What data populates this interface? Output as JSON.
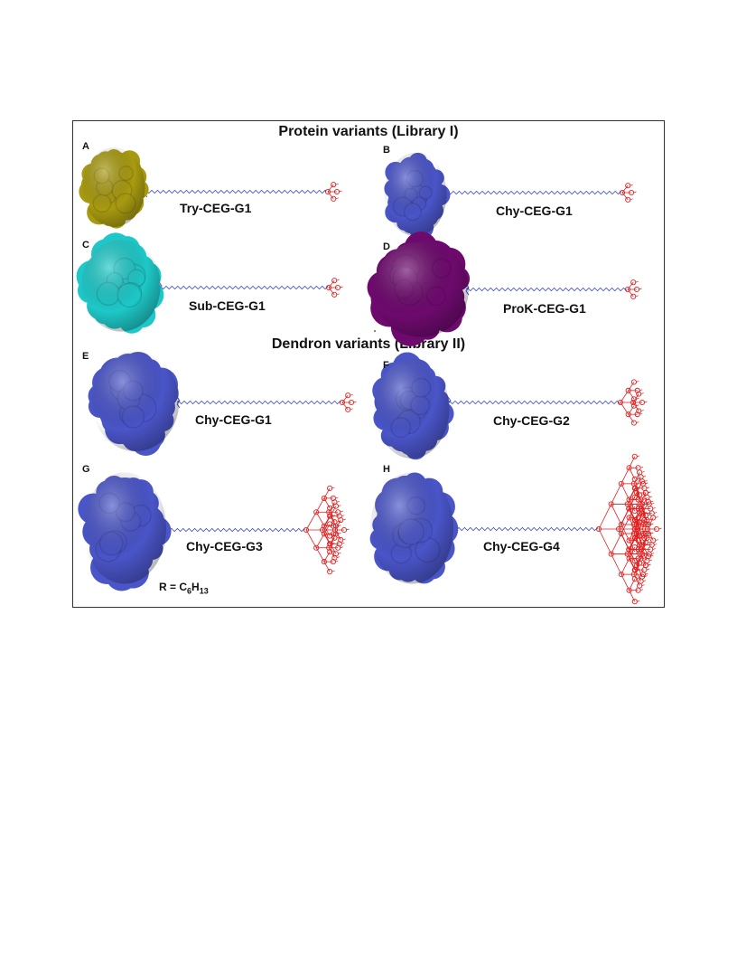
{
  "headings": {
    "library1": "Protein variants (Library I)",
    "library2": "Dendron variants (Library II)"
  },
  "formula": {
    "prefix": "R = C",
    "sub1": "6",
    "mid": "H",
    "sub2": "13"
  },
  "colors": {
    "trypsin": "#a89a10",
    "chymotrypsin": "#4a55c8",
    "subtilisin": "#1ec8c8",
    "proteinaseK": "#6e0a6e",
    "linker": "#2a3ad0",
    "dendron": "#e02020"
  },
  "panels": [
    {
      "letter": "A",
      "label": "Try-CEG-G1",
      "protein": "trypsin",
      "generation": 1
    },
    {
      "letter": "B",
      "label": "Chy-CEG-G1",
      "protein": "chymotrypsin",
      "generation": 1
    },
    {
      "letter": "C",
      "label": "Sub-CEG-G1",
      "protein": "subtilisin",
      "generation": 1
    },
    {
      "letter": "D",
      "label": "ProK-CEG-G1",
      "protein": "proteinaseK",
      "generation": 1
    },
    {
      "letter": "E",
      "label": "Chy-CEG-G1",
      "protein": "chymotrypsin",
      "generation": 1
    },
    {
      "letter": "F",
      "label": "Chy-CEG-G2",
      "protein": "chymotrypsin",
      "generation": 2
    },
    {
      "letter": "G",
      "label": "Chy-CEG-G3",
      "protein": "chymotrypsin",
      "generation": 3
    },
    {
      "letter": "H",
      "label": "Chy-CEG-G4",
      "protein": "chymotrypsin",
      "generation": 4
    }
  ]
}
